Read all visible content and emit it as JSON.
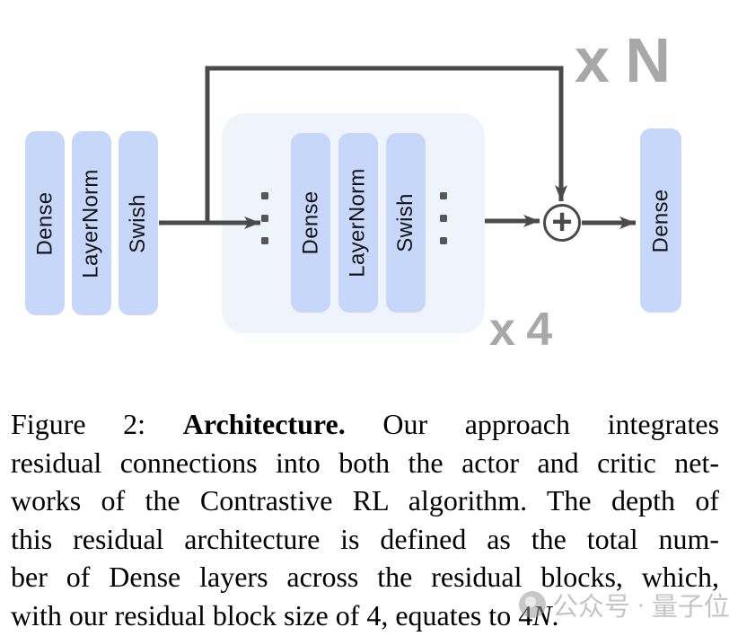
{
  "figure": {
    "input_stack": {
      "labels": [
        "Dense",
        "LayerNorm",
        "Swish"
      ]
    },
    "residual_block": {
      "labels": [
        "Dense",
        "LayerNorm",
        "Swish"
      ]
    },
    "output_layer": "Dense",
    "plus_sign": "+",
    "outer_multiplier": "x N",
    "inner_multiplier": "x 4",
    "colors": {
      "pill": "#c6d7fa",
      "block_background": "#eef3fc",
      "wire": "#4a4a4a",
      "multiplier_gray": "#a8a8a8"
    }
  },
  "caption": {
    "line1": {
      "prefix": "Figure 2: ",
      "bold": "Architecture. ",
      "rest": "Our approach integrates"
    },
    "line2": "residual connections into both the actor and critic net-",
    "line3": "works of the Contrastive RL algorithm. The depth of",
    "line4": "this residual architecture is defined as the total num-",
    "line5": "ber of Dense layers across the residual blocks, which,",
    "line6": {
      "text": "with our residual block size of 4, equates to 4",
      "math_var": "N",
      "suffix": "."
    }
  },
  "watermark": {
    "part1": "公众号",
    "separator": "·",
    "part2": "量子位"
  }
}
